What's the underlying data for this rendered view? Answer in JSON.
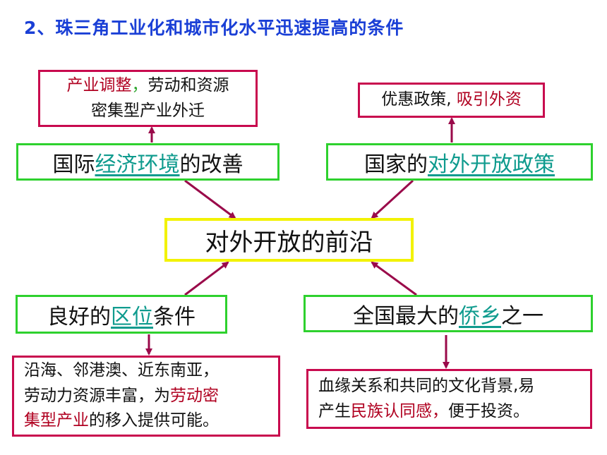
{
  "title": "2、珠三角工业化和城市化水平迅速提高的条件",
  "colors": {
    "title": "#1a3fd6",
    "green_border": "#2ed12e",
    "yellow_border": "#f2f200",
    "pink_border": "#c80a4e",
    "arrow": "#9a0a4a",
    "highlight_teal": "#0f9b8e",
    "highlight_red": "#b00020"
  },
  "center": {
    "text": "对外开放的前沿"
  },
  "top_left": {
    "pre": "国际",
    "link": "经济环境",
    "post": "的改善",
    "note": {
      "red": "产业调整",
      "comma": "，",
      "rest1": "劳动和资源",
      "rest2": "密集型产业外迁"
    }
  },
  "top_right": {
    "pre": "国家的",
    "link": "对外开放政策",
    "note": {
      "plain": "优惠政策,",
      "red": "吸引外资"
    }
  },
  "bottom_left": {
    "pre": "良好的",
    "link": "区位",
    "post": "条件",
    "note": {
      "line1": "沿海、邻港澳、近东南亚，",
      "line2_plain": "劳动力资源丰富，为",
      "line2_red": "劳动密",
      "line3_red": "集型产业",
      "line3_plain": "的移入提供可能。"
    }
  },
  "bottom_right": {
    "pre": "全国最大的",
    "link": "侨乡",
    "post": "之一",
    "note": {
      "line1": "血缘关系和共同的文化背景,易",
      "line2_plain1": "产生",
      "line2_red": "民族认同感，",
      "line2_plain2": "便于投资。"
    }
  }
}
